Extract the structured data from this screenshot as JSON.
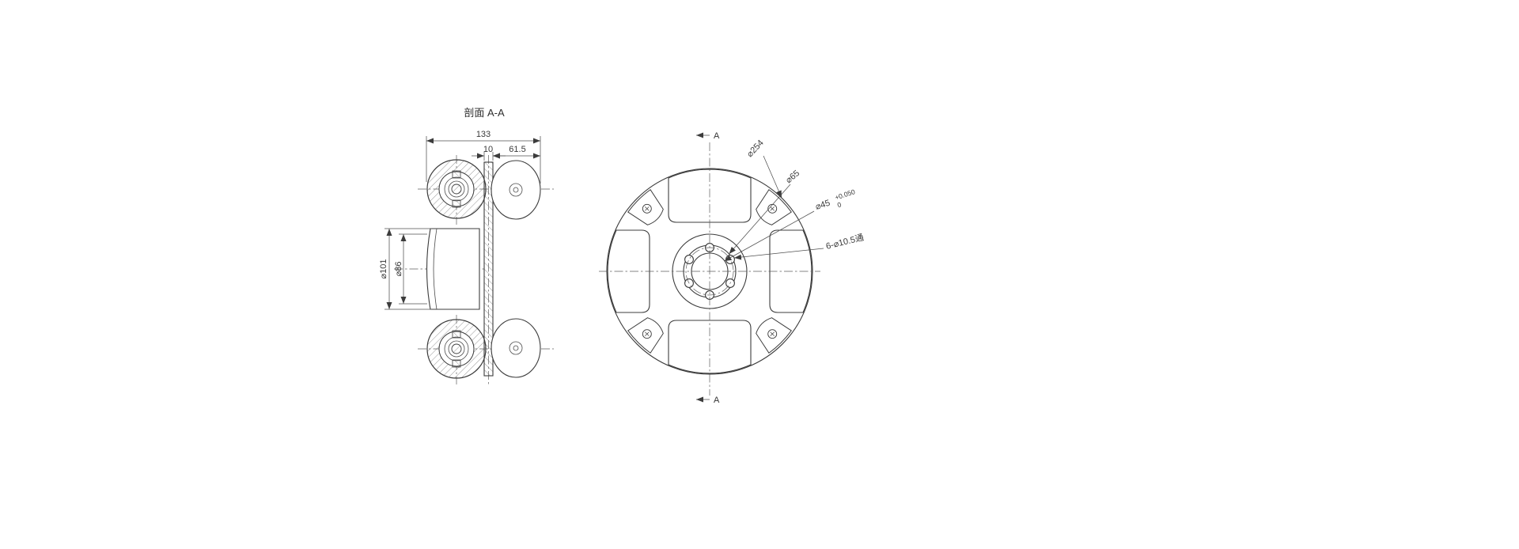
{
  "canvas": {
    "background": "#ffffff",
    "line_color": "#3c3c3c"
  },
  "section_view": {
    "title": "剖面 A-A",
    "dims": {
      "total_width": "133",
      "plate_thickness": "10",
      "hub_offset": "61.5",
      "roller_diameter": "⌀101",
      "inner_diameter": "⌀86"
    }
  },
  "front_view": {
    "section_labels": {
      "top": "A",
      "bottom": "A"
    },
    "dims": {
      "outer_diameter": "⌀254",
      "hub_diameter": "⌀65",
      "bore_diameter": "⌀45",
      "bore_tolerance_upper": "+0.050",
      "bore_tolerance_lower": "0",
      "bolt_holes": "6-⌀10.5通"
    }
  }
}
